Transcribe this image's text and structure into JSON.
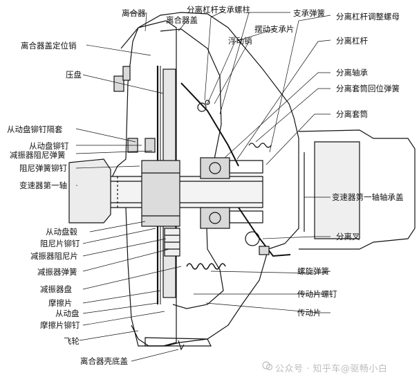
{
  "labels": {
    "clutch": "离合器",
    "clutch_cover": "离合器盖",
    "release_lever_bolt": "分离杠杆支承螺柱",
    "support_spring": "支承弹簧",
    "release_lever_adjust_nut": "分离杠杆调整螺母",
    "swing_plate": "摆动支承片",
    "cover_locating_pin": "离合器盖定位销",
    "floating_pin": "浮动销",
    "release_lever": "分离杠杆",
    "pressure_plate": "压盘",
    "release_bearing": "分离轴承",
    "sleeve_return_spring": "分离套筒回位弹簧",
    "release_sleeve": "分离套筒",
    "disc_rivet_spacer": "从动盘铆钉隔套",
    "disc_rivet": "从动盘铆钉",
    "damper_spring_1": "减振器阻尼弹簧",
    "damper_spring_rivet": "阻尼弹簧铆钉",
    "input_shaft": "变速器第一轴",
    "bearing_cover": "变速器第一轴轴承盖",
    "disc_hub": "从动盘毂",
    "release_fork": "分离叉",
    "damping_plate_rivet": "阻尼片铆钉",
    "damper_friction_plate": "减振器阻尼片",
    "damper_spring": "减振器弹簧",
    "coil_spring": "螺旋弹簧",
    "damper_plate": "减振器盘",
    "drive_plate_bolt": "传动片螺钉",
    "friction_plate": "摩擦片",
    "driven_disc": "从动盘",
    "drive_plate": "传动片",
    "friction_rivet": "摩擦片铆钉",
    "flywheel": "飞轮",
    "housing_bottom_cover": "离合器壳底盖"
  },
  "watermark": "公众号 · 知乎车@驱畅小白"
}
